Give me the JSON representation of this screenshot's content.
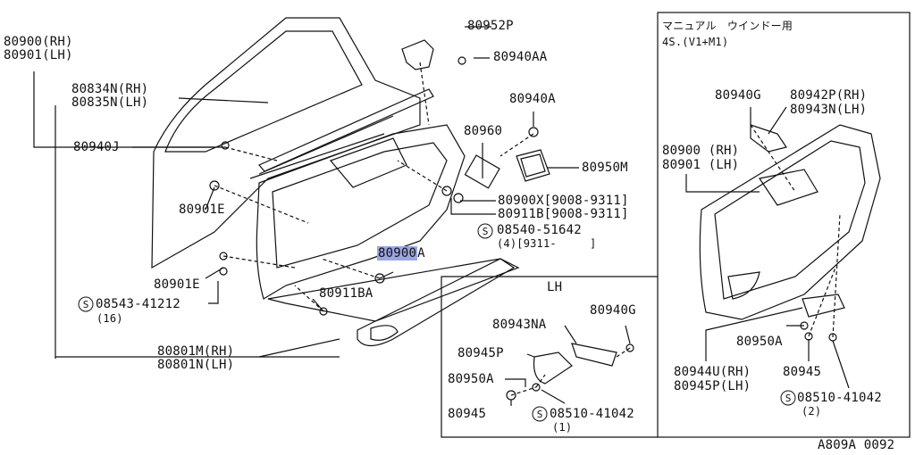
{
  "diagram": {
    "main_labels": {
      "p_80900_rh": "80900(RH)",
      "p_80901_lh": "80901(LH)",
      "p_80834n": "80834N(RH)",
      "p_80835n": "80835N(LH)",
      "p_80940j": "80940J",
      "p_80901e_a": "80901E",
      "p_80901e_b": "80901E",
      "p_08543": "08543-41212",
      "p_08543_qty": "(16)",
      "p_80911ba": "80911BA",
      "p_80801m": "80801M(RH)",
      "p_80801n": "80801N(LH)",
      "p_80952p": "80952P",
      "p_80940aa": "80940AA",
      "p_80940a": "80940A",
      "p_80960": "80960",
      "p_80950m": "80950M",
      "p_80900x": "80900X[9008-9311]",
      "p_80911b": "80911B[9008-9311]",
      "p_08540": "08540-51642",
      "p_08540_qty": "(4)[9311-     ]",
      "p_80900a_hl": "80900",
      "p_80900a_suffix": "A"
    },
    "lh_inset": {
      "title": "LH",
      "p_80940g": "80940G",
      "p_80943na": "80943NA",
      "p_80945p": "80945P",
      "p_80950a": "80950A",
      "p_80945": "80945",
      "p_08510": "08510-41042",
      "p_08510_qty": "(1)"
    },
    "manual_inset": {
      "title_line1": "マニュアル　ウインドー用",
      "title_line2": "4S.(V1+M1)",
      "p_80940g": "80940G",
      "p_80942p": "80942P(RH)",
      "p_80943n": "80943N(LH)",
      "p_80900rh": "80900 (RH)",
      "p_80901lh": "80901 (LH)",
      "p_80950a": "80950A",
      "p_80944u": "80944U(RH)",
      "p_80945p": "80945P(LH)",
      "p_80945": "80945",
      "p_08510": "08510-41042",
      "p_08510_qty": "(2)"
    },
    "footer_code": "A809A 0092"
  }
}
